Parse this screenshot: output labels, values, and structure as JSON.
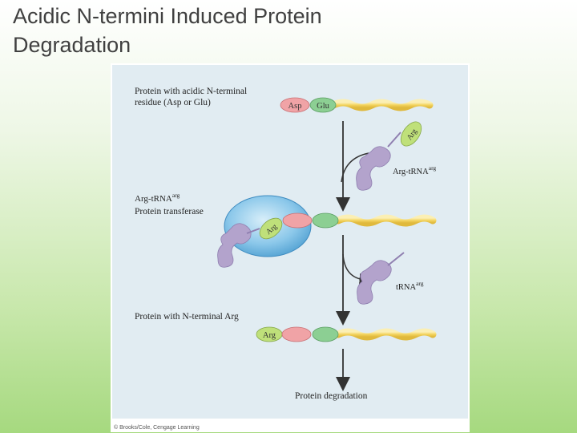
{
  "slide": {
    "title_line1": "Acidic N-termini Induced Protein",
    "title_line2": "Degradation"
  },
  "figure": {
    "step1_label_line1": "Protein with acidic N-terminal",
    "step1_label_line2": "residue (Asp or Glu)",
    "residue_asp": "Asp",
    "residue_glu": "Glu",
    "arg_trna_label": "Arg-tRNA",
    "arg_trna_sup": "arg",
    "arg_on_trna": "Arg",
    "transferase_label_line1": "Arg-tRNA",
    "transferase_label_sup": "arg",
    "transferase_label_line2": "Protein transferase",
    "arg_in_enzyme": "Arg",
    "trna_label": "tRNA",
    "trna_sup": "arg",
    "step3_label": "Protein with N-terminal",
    "step3_arg_label": "Arg",
    "residue_arg": "Arg",
    "final_label": "Protein degradation",
    "credit": "© Brooks/Cole, Cengage Learning"
  },
  "colors": {
    "asp": "#f0a3a6",
    "glu": "#8ccf93",
    "arg": "#bfe07a",
    "chain": "#f5dc7a",
    "enzyme": "#7cbfe6",
    "trna": "#b3a3cc",
    "arrow": "#333333"
  }
}
